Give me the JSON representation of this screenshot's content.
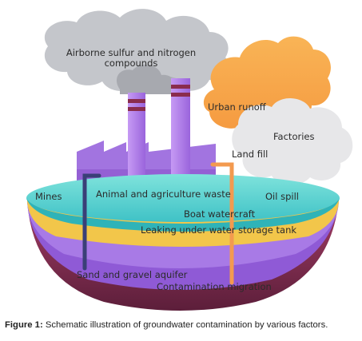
{
  "labels": {
    "airborne": "Airborne sulfur and nitrogen compounds",
    "airborne_line1": "Airborne sulfur and nitrogen",
    "airborne_line2": "compounds",
    "urban_runoff": "Urban runoff",
    "factories": "Factories",
    "land_fill": "Land fill",
    "mines": "Mines",
    "animal_waste": "Animal and agriculture waste",
    "oil_spill": "Oil spill",
    "boat": "Boat watercraft",
    "leaking_tank": "Leaking under water storage tank",
    "aquifer": "Sand and gravel aquifer",
    "migration": "Contamination migration"
  },
  "caption": {
    "prefix": "Figure 1:",
    "text": " Schematic illustration of groundwater contamination by various factors."
  },
  "colors": {
    "smoke_gray": "#c4c6cb",
    "smoke_dark": "#9fa2a8",
    "orange_cloud": "#f7a84a",
    "light_cloud": "#e7e7e9",
    "factory_purple": "#a274e0",
    "chimney_stripe": "#8a2c4e",
    "water_teal": "#5fd6d0",
    "sand_yellow": "#f2c64a",
    "aquifer_purple": "#8f5ad6",
    "deep_maroon": "#7a2b4a",
    "pipe_orange": "#f39a4f",
    "pipe_navy": "#3a3f77"
  }
}
